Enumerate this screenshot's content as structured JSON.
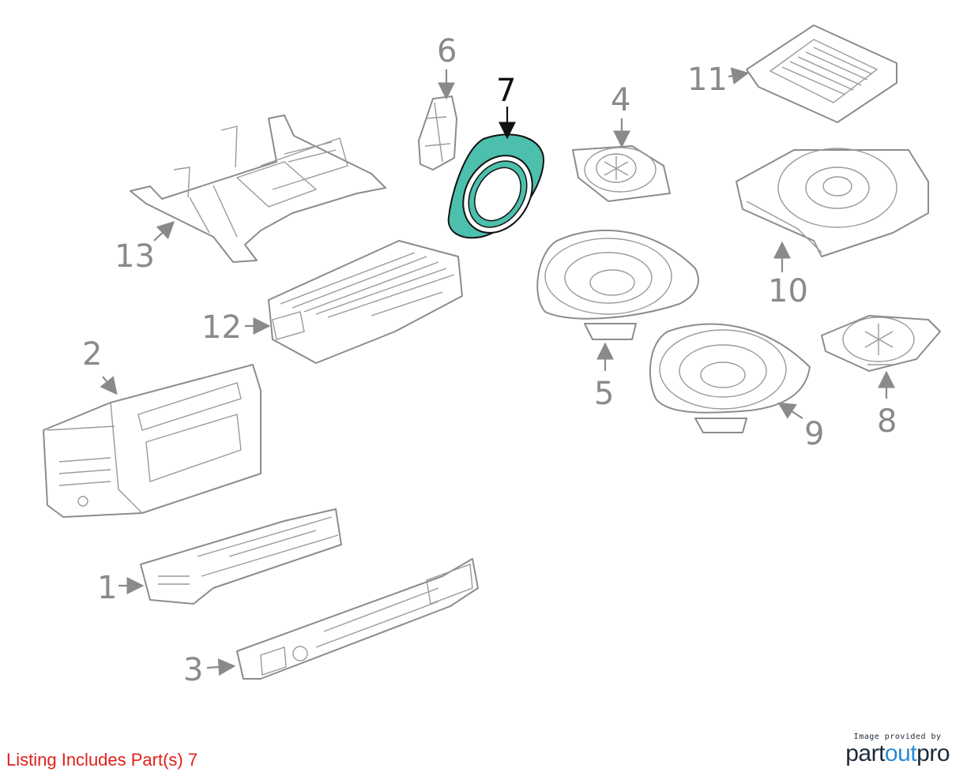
{
  "callouts": {
    "c1": "1",
    "c2": "2",
    "c3": "3",
    "c4": "4",
    "c5": "5",
    "c6": "6",
    "c7": "7",
    "c8": "8",
    "c9": "9",
    "c10": "10",
    "c11": "11",
    "c12": "12",
    "c13": "13"
  },
  "highlight": {
    "part": "7",
    "fill_color": "#4cbfad"
  },
  "listing_text": "Listing Includes Part(s) 7",
  "credit": {
    "small": "Image provided by",
    "brand_a": "part",
    "brand_b": "out",
    "brand_c": "pro"
  },
  "colors": {
    "listing": "#e0201b",
    "line_art": "#8c8c8c",
    "brand_dark": "#1d2a3a",
    "brand_accent": "#2b8bd6"
  }
}
